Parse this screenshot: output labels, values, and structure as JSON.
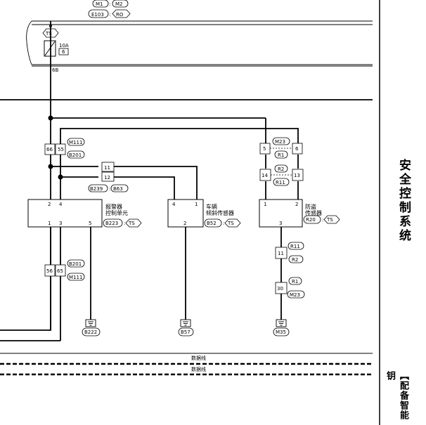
{
  "sidebar": {
    "title": "安全控制系统",
    "tab": "【配备智能钥"
  },
  "connectors_top": {
    "a": "M1",
    "b": "M2",
    "c": "E103",
    "d": "RO"
  },
  "supply": {
    "ts": "TS",
    "fuse": "10A",
    "fuse_no": "6",
    "junction": "6B"
  },
  "alarm_unit": {
    "name_line1": "报警器",
    "name_line2": "控制单元",
    "connector": "B223",
    "ts": "TS",
    "pin2": "2",
    "pin4": "4",
    "pin1": "1",
    "pin3": "3",
    "pin5": "5",
    "ground": "B222"
  },
  "tilt_sensor": {
    "name_line1": "车辆",
    "name_line2": "倾斜传感器",
    "connector": "B52",
    "ts": "TS",
    "pin4": "4",
    "pin1": "1",
    "pin2": "2",
    "ground": "B57"
  },
  "theft_sensor": {
    "name_line1": "防盗",
    "name_line2": "传感器",
    "connector": "R20",
    "ts": "TS",
    "pin1": "1",
    "pin2": "2",
    "pin3": "3",
    "ground": "M35"
  },
  "joints": {
    "j1": {
      "pin_a": "66",
      "pin_b": "55",
      "conn_a": "M111",
      "conn_b": "B201"
    },
    "j2": {
      "pin_a": "11",
      "pin_b": "12",
      "conn_a": "B239",
      "conn_b": "B63"
    },
    "j3": {
      "pin_a": "5",
      "pin_b": "6",
      "conn_a": "M23",
      "conn_b": "R1"
    },
    "j4": {
      "pin_a": "14",
      "pin_b": "13",
      "conn_a": "R2",
      "conn_b": "R11"
    },
    "j5": {
      "pin_a": "56",
      "pin_b": "65",
      "conn_a": "B201",
      "conn_b": "M111"
    },
    "j6": {
      "pin": "11",
      "conn_a": "R11",
      "conn_b": "R2"
    },
    "j7": {
      "pin": "30",
      "conn_a": "R1",
      "conn_b": "M23"
    }
  },
  "bus": {
    "line1": "数据线",
    "line2": "数据线"
  }
}
